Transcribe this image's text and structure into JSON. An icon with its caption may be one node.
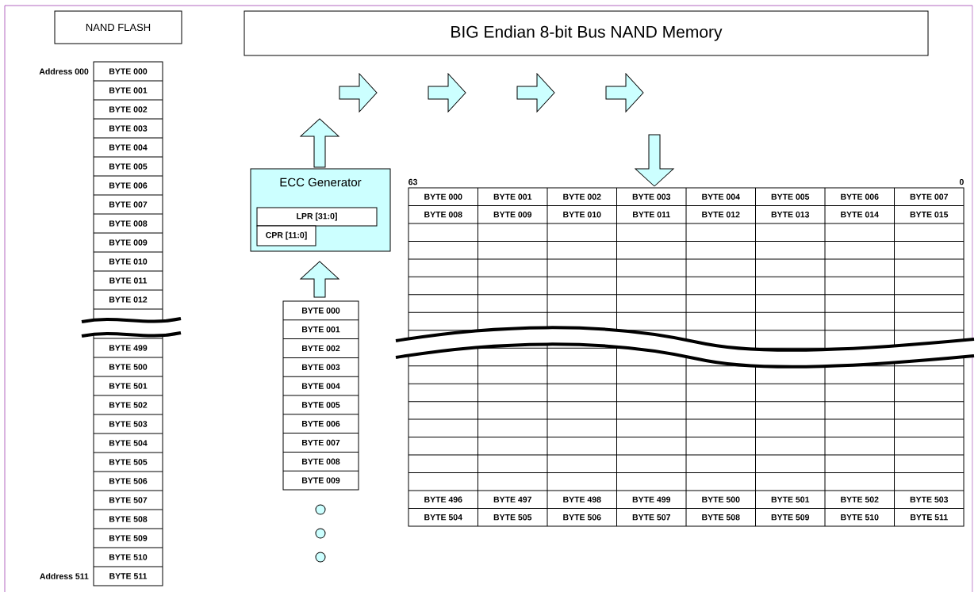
{
  "diagram": {
    "title": "BIG Endian 8-bit Bus NAND Memory",
    "nodes": [
      {
        "text": [
          "NAND FLASH"
        ]
      },
      {
        "text": [
          "ECC Generator"
        ]
      },
      {
        "text": [
          "LPR [31:0]"
        ],
        "in": 1
      },
      {
        "text": [
          "CPR [11:0]"
        ],
        "in": 1
      },
      {
        "text": [],
        "shape": "box"
      },
      {
        "text": [],
        "shape": "box",
        "beside": [
          "63",
          "0"
        ]
      }
    ],
    "edges": [
      {
        "from": 4,
        "to": 1,
        "arrow": "to"
      },
      {
        "from": 1,
        "to": null,
        "arrow": "to"
      },
      {
        "from": null,
        "to": 5,
        "arrow": "to"
      }
    ],
    "labels": [
      "Address 000",
      "Address 511",
      "BYTE 000",
      "BYTE 001",
      "BYTE 002",
      "BYTE 003",
      "BYTE 004",
      "BYTE 005",
      "BYTE 006",
      "BYTE 007",
      "BYTE 008",
      "BYTE 009",
      "BYTE 010",
      "BYTE 011",
      "BYTE 012",
      "BYTE 499",
      "BYTE 500",
      "BYTE 501",
      "BYTE 502",
      "BYTE 503",
      "BYTE 504",
      "BYTE 505",
      "BYTE 506",
      "BYTE 507",
      "BYTE 508",
      "BYTE 509",
      "BYTE 510",
      "BYTE 511",
      "BYTE 000",
      "BYTE 001",
      "BYTE 002",
      "BYTE 003",
      "BYTE 004",
      "BYTE 005",
      "BYTE 006",
      "BYTE 007",
      "BYTE 008",
      "BYTE 009",
      "BYTE 000",
      "BYTE 001",
      "BYTE 002",
      "BYTE 003",
      "BYTE 004",
      "BYTE 005",
      "BYTE 006",
      "BYTE 007",
      "BYTE 008",
      "BYTE 009",
      "BYTE 010",
      "BYTE 011",
      "BYTE 012",
      "BYTE 013",
      "BYTE 014",
      "BYTE 015",
      "BYTE 496",
      "BYTE 497",
      "BYTE 498",
      "BYTE 499",
      "BYTE 500",
      "BYTE 501",
      "BYTE 502",
      "BYTE 503",
      "BYTE 504",
      "BYTE 505",
      "BYTE 506",
      "BYTE 507",
      "BYTE 508",
      "BYTE 509",
      "BYTE 510",
      "BYTE 511"
    ]
  }
}
